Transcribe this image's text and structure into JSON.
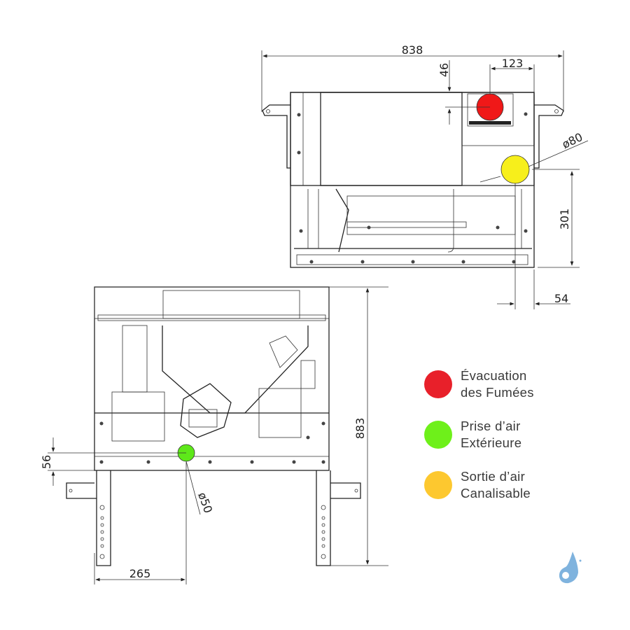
{
  "top_view": {
    "dimensions": {
      "width": "838",
      "flue_offset_v": "46",
      "flue_offset_h": "123",
      "outlet_diameter": "ø80",
      "outlet_height": "301",
      "outlet_offset": "54"
    }
  },
  "front_view": {
    "dimensions": {
      "height": "883",
      "inlet_height": "56",
      "inlet_diameter": "ø50",
      "inlet_offset": "265"
    }
  },
  "legend": {
    "items": [
      {
        "line1": "Évacuation",
        "line2": "des Fumées",
        "color": "#e8202a"
      },
      {
        "line1": "Prise d’air",
        "line2": "Extérieure",
        "color": "#6ef01a"
      },
      {
        "line1": "Sortie d’air",
        "line2": "Canalisable",
        "color": "#fdc82f"
      }
    ]
  },
  "logo": {
    "color": "#7fb3de"
  }
}
